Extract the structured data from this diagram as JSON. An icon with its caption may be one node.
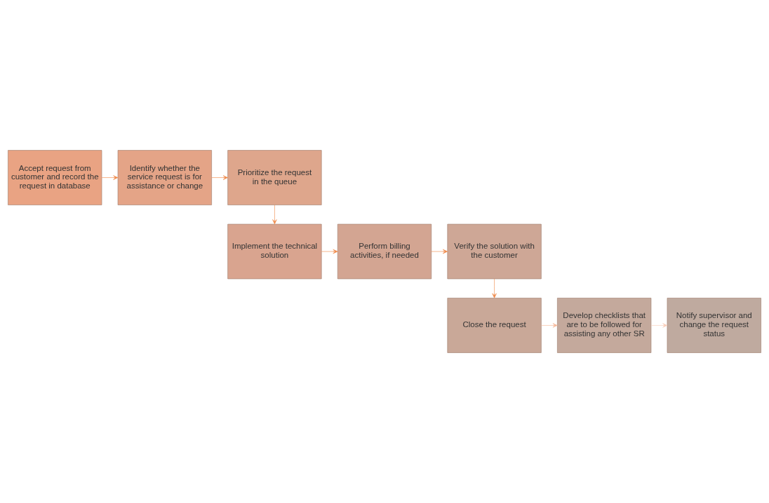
{
  "diagram": {
    "nodes": [
      {
        "text": [
          "Accept request from customer and record the request in database"
        ]
      },
      {
        "text": [
          "Identify whether the service request is for assistance or change"
        ]
      },
      {
        "text": [
          "Prioritize the request in the queue"
        ]
      },
      {
        "text": [
          "Implement the technical solution"
        ]
      },
      {
        "text": [
          "Perform billing activities, if needed"
        ]
      },
      {
        "text": [
          "Verify the solution with the customer"
        ]
      },
      {
        "text": [
          "Close the request"
        ]
      },
      {
        "text": [
          "Develop checklists that are to be followed for assisting any other SR"
        ]
      },
      {
        "text": [
          "Notify supervisor and change the request status"
        ]
      }
    ],
    "edges": [
      {
        "from": 0,
        "to": 1,
        "arrow": "to"
      },
      {
        "from": 1,
        "to": 2,
        "arrow": "to"
      },
      {
        "from": 2,
        "to": 3,
        "arrow": "to"
      },
      {
        "from": 3,
        "to": 4,
        "arrow": "to"
      },
      {
        "from": 4,
        "to": 5,
        "arrow": "to"
      },
      {
        "from": 5,
        "to": 6,
        "arrow": "to"
      },
      {
        "from": 6,
        "to": 7,
        "arrow": "to",
        "color": "#f6b898"
      },
      {
        "from": 7,
        "to": 8,
        "arrow": "to",
        "color": "#f8cdb8"
      }
    ]
  }
}
